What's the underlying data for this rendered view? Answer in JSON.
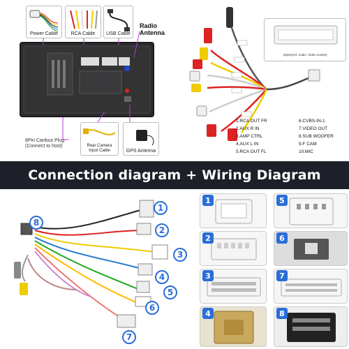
{
  "top_left": {
    "thumbs": [
      {
        "label": "Power Cable",
        "icon": "power-cable-icon"
      },
      {
        "label": "RCA Cable",
        "icon": "rca-cable-icon"
      },
      {
        "label": "USB Cable",
        "icon": "usb-cable-icon"
      }
    ],
    "radio_antenna": "Radio Antenna",
    "canbus_plug": "8Pin Canbus Plug\n(Connect to host)",
    "rear_camera_cable": "Rear Camera\nInput Cable",
    "gps_antenna": "GPS Antenna"
  },
  "top_right": {
    "socket_caption": "20pin(Ctrl, Audio, Video socket)",
    "legend": [
      "1.RCA OUT FR",
      "2.AUX R IN",
      "3.AMP CTRL",
      "4.AUX L IN",
      "5.RCA OUT FL",
      "6.CVBS-IN-1",
      "7.VIDEO OUT",
      "8.SUB WOOFER",
      "9.F CAM",
      "10.MIC"
    ]
  },
  "banner": {
    "title": "Connection diagram + Wiring Diagram"
  },
  "bottom_left": {
    "numbers": [
      "1",
      "2",
      "3",
      "4",
      "5",
      "6",
      "7",
      "8"
    ]
  },
  "bottom_right": {
    "badges": [
      "1",
      "2",
      "3",
      "4",
      "5",
      "6",
      "7",
      "8"
    ]
  },
  "colors": {
    "accent_blue": "#2a6ed8",
    "banner_bg": "#1d2029",
    "rca_red": "#d62828",
    "rca_white": "#f0f0f0",
    "rca_yellow": "#f2c200"
  }
}
